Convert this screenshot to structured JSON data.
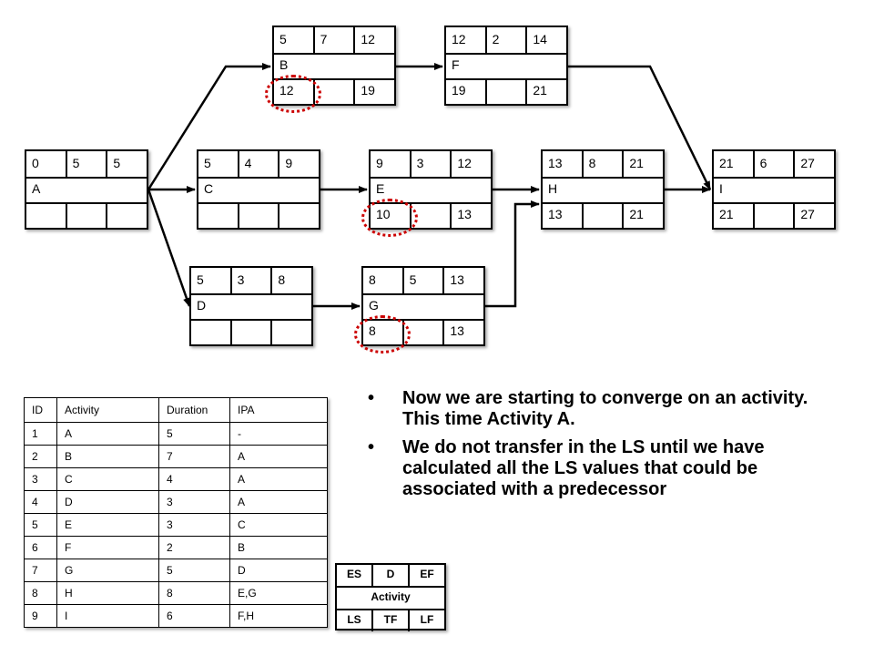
{
  "nodes": [
    {
      "id": "A",
      "es": "0",
      "d": "5",
      "ef": "5",
      "ls": "",
      "tf": "",
      "lf": ""
    },
    {
      "id": "B",
      "es": "5",
      "d": "7",
      "ef": "12",
      "ls": "12",
      "tf": "",
      "lf": "19"
    },
    {
      "id": "C",
      "es": "5",
      "d": "4",
      "ef": "9",
      "ls": "",
      "tf": "",
      "lf": ""
    },
    {
      "id": "D",
      "es": "5",
      "d": "3",
      "ef": "8",
      "ls": "",
      "tf": "",
      "lf": ""
    },
    {
      "id": "E",
      "es": "9",
      "d": "3",
      "ef": "12",
      "ls": "10",
      "tf": "",
      "lf": "13"
    },
    {
      "id": "F",
      "es": "12",
      "d": "2",
      "ef": "14",
      "ls": "19",
      "tf": "",
      "lf": "21"
    },
    {
      "id": "G",
      "es": "8",
      "d": "5",
      "ef": "13",
      "ls": "8",
      "tf": "",
      "lf": "13"
    },
    {
      "id": "H",
      "es": "13",
      "d": "8",
      "ef": "21",
      "ls": "13",
      "tf": "",
      "lf": "21"
    },
    {
      "id": "I",
      "es": "21",
      "d": "6",
      "ef": "27",
      "ls": "21",
      "tf": "",
      "lf": "27"
    }
  ],
  "edges": [
    [
      "A",
      "B"
    ],
    [
      "A",
      "C"
    ],
    [
      "A",
      "D"
    ],
    [
      "B",
      "F"
    ],
    [
      "C",
      "E"
    ],
    [
      "D",
      "G"
    ],
    [
      "E",
      "H"
    ],
    [
      "G",
      "H"
    ],
    [
      "F",
      "I"
    ],
    [
      "H",
      "I"
    ]
  ],
  "highlighted_ls": [
    "B",
    "E",
    "G"
  ],
  "highlight_color": "#cc0000",
  "table": {
    "headers": [
      "ID",
      "Activity",
      "Duration",
      "IPA"
    ],
    "rows": [
      [
        "1",
        "A",
        "5",
        "-"
      ],
      [
        "2",
        "B",
        "7",
        "A"
      ],
      [
        "3",
        "C",
        "4",
        "A"
      ],
      [
        "4",
        "D",
        "3",
        "A"
      ],
      [
        "5",
        "E",
        "3",
        "C"
      ],
      [
        "6",
        "F",
        "2",
        "B"
      ],
      [
        "7",
        "G",
        "5",
        "D"
      ],
      [
        "8",
        "H",
        "8",
        "E,G"
      ],
      [
        "9",
        "I",
        "6",
        "F,H"
      ]
    ]
  },
  "notes": [
    "Now we are starting to converge on an activity.  This time Activity A.",
    "We do not transfer in the LS until we have calculated all the LS values that could be associated with a predecessor"
  ],
  "bullet_glyph": "•",
  "legend": {
    "top": [
      "ES",
      "D",
      "EF"
    ],
    "middle": "Activity",
    "bottom": [
      "LS",
      "TF",
      "LF"
    ]
  }
}
